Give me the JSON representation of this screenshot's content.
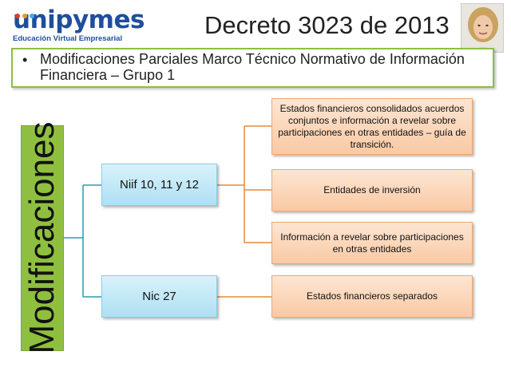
{
  "logo": {
    "wordmark": "unipymes",
    "tagline": "Educación Virtual Empresarial",
    "dot_colors": [
      "#e63b2e",
      "#f39c12",
      "#3fa9f5"
    ]
  },
  "title": "Decreto 3023 de 2013",
  "photo": {
    "description_icon": "presenter-photo"
  },
  "bullet": {
    "text": "Modificaciones Parciales Marco Técnico Normativo de Información Financiera – Grupo 1"
  },
  "diagram": {
    "root": "Modificaciones",
    "branches": [
      {
        "label": "Niif 10, 11 y 12",
        "children": [
          "Estados financieros  consolidados acuerdos conjuntos e información a revelar sobre participaciones en otras entidades – guía de transición.",
          "Entidades de inversión",
          "Información a revelar sobre participaciones en otras entidades"
        ]
      },
      {
        "label": "Nic 27",
        "children": [
          "Estados financieros separados"
        ]
      }
    ],
    "colors": {
      "root_fill": "#8fbf3f",
      "branch_fill": "#aee0f3",
      "leaf_fill": "#f9c9a4",
      "root_connector": "#2a9bb4",
      "leaf_connector": "#e58a3a"
    }
  }
}
